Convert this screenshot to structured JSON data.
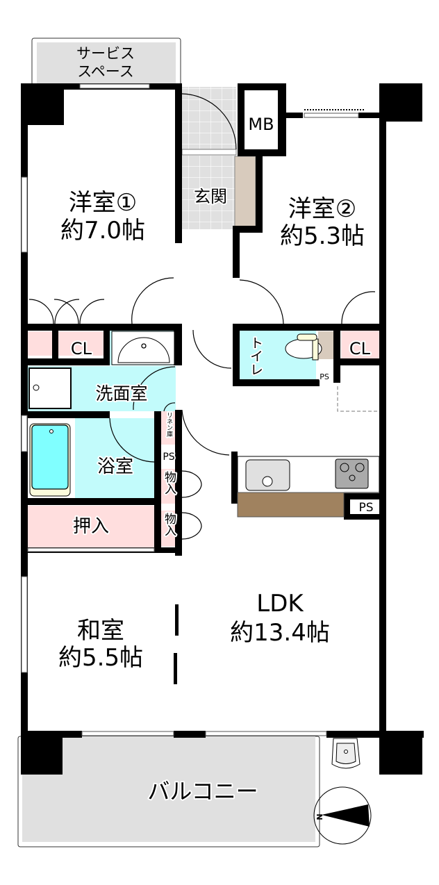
{
  "floorplan": {
    "rooms": {
      "western1": {
        "name": "洋室①",
        "size": "約7.0帖"
      },
      "western2": {
        "name": "洋室②",
        "size": "約5.3帖"
      },
      "japanese": {
        "name": "和室",
        "size": "約5.5帖"
      },
      "ldk": {
        "name": "LDK",
        "size": "約13.4帖"
      },
      "entrance": {
        "name": "玄関"
      },
      "washroom": {
        "name": "洗面室"
      },
      "bathroom": {
        "name": "浴室"
      },
      "toilet": {
        "name": "トイレ"
      },
      "balcony": {
        "name": "バルコニー"
      },
      "service_space": {
        "line1": "サービス",
        "line2": "スペース"
      }
    },
    "storage": {
      "mb": "MB",
      "cl1": "CL",
      "cl2": "CL",
      "oshiire": "押入",
      "monoire1": "物入",
      "monoire2": "物入",
      "linen": "リネン庫",
      "ps1": "PS",
      "ps2": "PS",
      "ps3": "PS"
    },
    "compass": {
      "label": "N"
    },
    "colors": {
      "wall": "#000000",
      "wet_area": "#c2fbfb",
      "storage": "#ffdede",
      "floor_tile": "#e0e0e0",
      "shoe_shelf": "#d8cbbd",
      "counter": "#a0825f",
      "balcony": "#e0e0e0",
      "bathtub": "#80ffff"
    }
  }
}
